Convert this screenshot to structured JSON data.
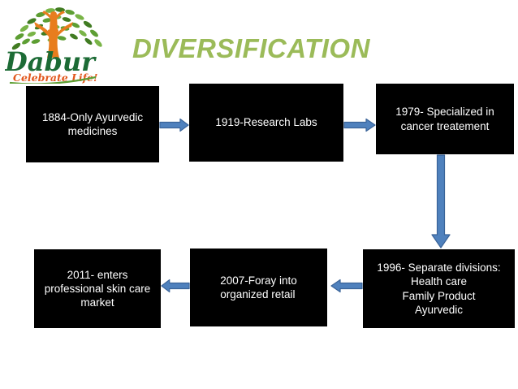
{
  "slide": {
    "title": "DIVERSIFICATION",
    "logo": {
      "brand": "Dabur",
      "tagline": "Celebrate Life!"
    },
    "flow": {
      "nodes": [
        {
          "id": "1884",
          "text": "1884-Only Ayurvedic\nmedicines"
        },
        {
          "id": "1919",
          "text": "1919-Research Labs"
        },
        {
          "id": "1979",
          "text": "1979- Specialized in\ncancer treatement"
        },
        {
          "id": "1996",
          "text": "1996- Separate divisions:\nHealth care\nFamily Product\nAyurvedic"
        },
        {
          "id": "2007",
          "text": "2007-Foray into\norganized retail"
        },
        {
          "id": "2011",
          "text": "2011- enters\nprofessional skin care\nmarket"
        }
      ],
      "connections": [
        {
          "from": "1884",
          "to": "1919",
          "direction": "right"
        },
        {
          "from": "1919",
          "to": "1979",
          "direction": "right"
        },
        {
          "from": "1979",
          "to": "1996",
          "direction": "down"
        },
        {
          "from": "1996",
          "to": "2007",
          "direction": "left"
        },
        {
          "from": "2007",
          "to": "2011",
          "direction": "left"
        }
      ]
    }
  },
  "colors": {
    "title_green": "#9bbb59",
    "arrow_fill": "#4f81bd",
    "arrow_stroke": "#3a6398",
    "box_bg": "#000000",
    "box_text": "#ffffff",
    "logo_brand_green": "#1c6b35",
    "logo_orange": "#e2571d",
    "logo_leaf_green": "#5d9e33",
    "logo_trunk_orange": "#e87d1e"
  }
}
